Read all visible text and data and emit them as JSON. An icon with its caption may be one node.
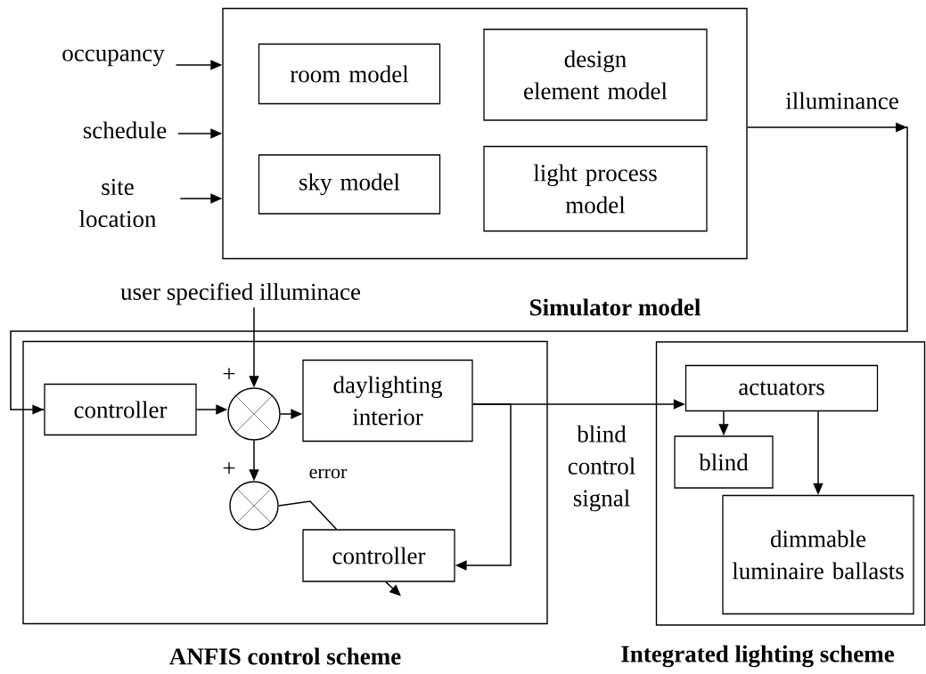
{
  "diagram": {
    "nodes": [
      {
        "text": [
          "Simulator model"
        ]
      },
      {
        "text": [
          "occupancy"
        ]
      },
      {
        "text": [
          "schedule"
        ]
      },
      {
        "text": [
          "site location"
        ]
      },
      {
        "text": [
          "room model"
        ],
        "in": 0
      },
      {
        "text": [
          "design element model"
        ],
        "in": 0
      },
      {
        "text": [
          "sky model"
        ],
        "in": 0
      },
      {
        "text": [
          "light process model"
        ],
        "in": 0
      },
      {
        "text": [
          "user specified illuminace"
        ]
      },
      {
        "text": [
          "ANFIS control scheme"
        ]
      },
      {
        "text": [
          "controller"
        ],
        "in": 9
      },
      {
        "text": [],
        "shape": "circle",
        "in": 9
      },
      {
        "text": [
          "daylighting interior"
        ],
        "in": 9
      },
      {
        "text": [],
        "shape": "circle",
        "in": 9
      },
      {
        "text": [
          "controller"
        ],
        "in": 9
      },
      {
        "text": [
          "Integrated lighting scheme"
        ]
      },
      {
        "text": [
          "actuators"
        ],
        "in": 15
      },
      {
        "text": [
          "blind"
        ],
        "in": 15
      },
      {
        "text": [
          "dimmable luminaire ballasts"
        ],
        "in": 15
      }
    ],
    "edges": [
      {
        "from": 1,
        "to": 0,
        "arrow": "to"
      },
      {
        "from": 2,
        "to": 0,
        "arrow": "to"
      },
      {
        "from": 3,
        "to": 0,
        "arrow": "to"
      },
      {
        "from": 0,
        "to": 10,
        "arrow": "to",
        "label": "illuminance"
      },
      {
        "from": 10,
        "to": 11,
        "arrow": "to"
      },
      {
        "from": 8,
        "to": 11,
        "arrow": "to"
      },
      {
        "from": 11,
        "to": 12,
        "arrow": "to"
      },
      {
        "from": 11,
        "to": 13,
        "arrow": "to"
      },
      {
        "from": 13,
        "to": 14,
        "arrow": "none",
        "label": "error"
      },
      {
        "from": 12,
        "to": 14,
        "arrow": "to"
      },
      {
        "from": 12,
        "to": 16,
        "arrow": "to",
        "label": "blind control signal"
      },
      {
        "from": 16,
        "to": 17,
        "arrow": "to"
      },
      {
        "from": 16,
        "to": 18,
        "arrow": "to"
      },
      {
        "from": 14,
        "to": null,
        "arrow": "to"
      }
    ],
    "labels": [
      "+",
      "+"
    ]
  }
}
